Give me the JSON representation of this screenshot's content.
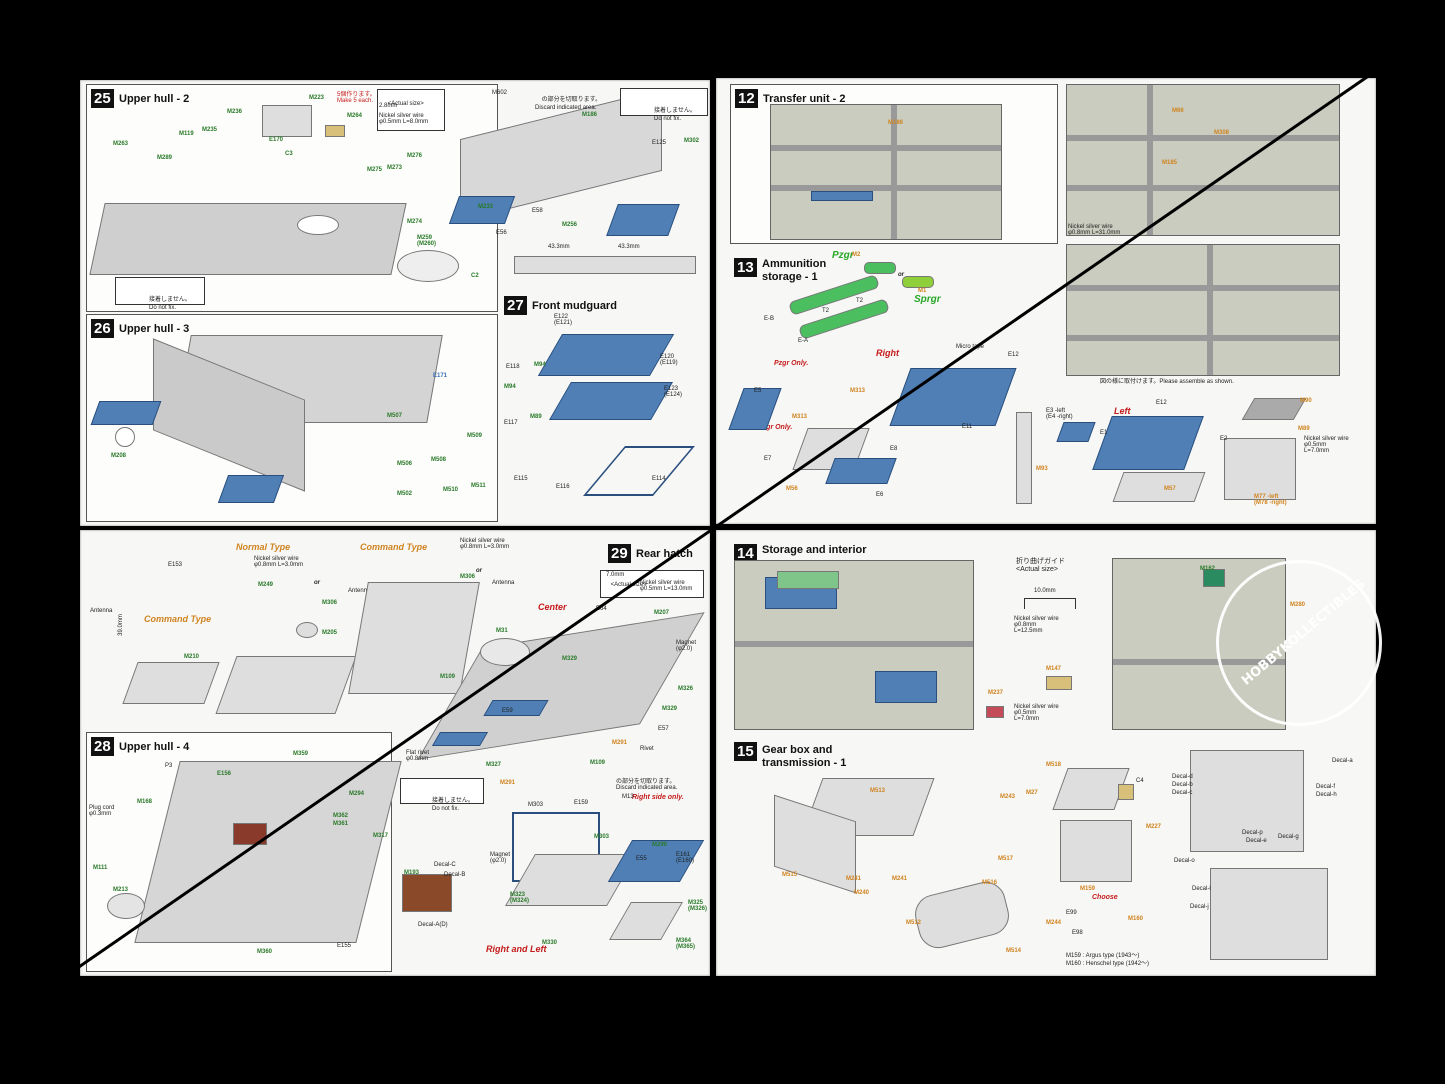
{
  "steps": {
    "s25": {
      "no": "25",
      "title": "Upper hull - 2",
      "note_make": "5個作ります。\nMake 5 each.",
      "actual_size": "<Actual size>",
      "dim": "2.8mm",
      "wire": "Nickel silver wire\nφ0.5mm L=8.0mm",
      "labels": [
        "M236",
        "M223",
        "M264",
        "M119",
        "M235",
        "E170",
        "C3",
        "M263",
        "M289",
        "M276",
        "M275",
        "M273",
        "M274",
        "M259\n(M260)",
        "C2"
      ],
      "do_not_fix": "接着しません。\nDo not fix."
    },
    "s25b": {
      "labels": [
        "M602",
        "M186",
        "M302",
        "E125",
        "M233",
        "E58",
        "E56",
        "M256"
      ],
      "discard": "の部分を切取ります。\nDiscard indicated area.",
      "do_not_fix": "接着しません。\nDo not fix.",
      "dim1": "43.3mm",
      "dim2": "43.3mm"
    },
    "s26": {
      "no": "26",
      "title": "Upper hull - 3",
      "labels": [
        "E171",
        "M507",
        "M509",
        "M208",
        "M506",
        "M508",
        "M510",
        "M511",
        "M502"
      ]
    },
    "s27": {
      "no": "27",
      "title": "Front mudguard",
      "labels": [
        "E122\n(E121)",
        "E118",
        "M94",
        "E120\n(E119)",
        "M94",
        "E123\n(E124)",
        "M89",
        "E117",
        "E115",
        "E116",
        "E114"
      ]
    },
    "s_ant": {
      "labels": [
        "E153",
        "M249",
        "M306",
        "M205",
        "M306",
        "M210"
      ],
      "normal": "Normal Type",
      "command": "Command Type",
      "command2": "Command Type",
      "antenna": "Antenna",
      "antenna2": "Antenna",
      "antenna3": "Antenna",
      "dim": "39.0mm",
      "wire1": "Nickel silver wire\nφ0.8mm L=3.0mm",
      "wire2": "Nickel silver wire\nφ0.8mm L=3.0mm",
      "or1": "or",
      "or2": "or"
    },
    "s29": {
      "no": "29",
      "title": "Rear hatch",
      "actual": "<Actual size>",
      "dim": "7.0mm",
      "wire": "Nickel silver wire\nφ0.5mm L=13.0mm",
      "center": "Center",
      "labels": [
        "E64",
        "M207",
        "M31",
        "M329",
        "M326",
        "M109",
        "M329",
        "E59",
        "E57",
        "M291",
        "M327",
        "M109",
        "M291"
      ],
      "magnet": "Magnet\n(φ2.0)",
      "rivet": "Rivet"
    },
    "s28": {
      "no": "28",
      "title": "Upper hull - 4",
      "labels": [
        "M359",
        "E156",
        "P3",
        "M168",
        "M294",
        "M362",
        "M361",
        "M111",
        "M213",
        "M317",
        "M360",
        "E155",
        "M193"
      ],
      "plug": "Plug cord\nφ0.3mm",
      "flat": "Flat rivet\nφ0.8mm",
      "decal_c": "Decal-C",
      "decal_b": "Decal-B",
      "decal_a": "Decal-A(D)",
      "do_not_fix": "接着しません。\nDo not fix.",
      "discard": "の部分を切取ります。\nDiscard indicated area.",
      "right_side": "Right side only.",
      "rl": "Right and Left",
      "labels2": [
        "M303",
        "E159",
        "M13",
        "M290",
        "E55",
        "E161\n(E160)",
        "M303",
        "M323\n(M324)",
        "M325\n(M326)",
        "M330",
        "M364\n(M365)"
      ],
      "magnet": "Magnet\n(φ2.0)"
    },
    "s12": {
      "no": "12",
      "title": "Transfer unit - 2",
      "labels": [
        "M186",
        "M66",
        "M308",
        "M185"
      ],
      "wire": "Nickel silver wire\nφ0.8mm L=31.0mm",
      "assemble": "図の様に取付けます。Please assemble as shown."
    },
    "s13": {
      "no": "13",
      "title": "Ammunition\nstorage - 1",
      "pzgr": "Pzgr",
      "sprgr": "Sprgr",
      "or": "or",
      "right": "Right",
      "left": "Left",
      "pzgr_only1": "Pzgr Only.",
      "pzgr_only2": "Pzgr Only.",
      "labels": [
        "M2",
        "M1",
        "E-B",
        "T2",
        "T2",
        "E-A",
        "E12",
        "M313",
        "M313",
        "E5",
        "E7",
        "M56",
        "E8",
        "E6",
        "E11",
        "E3 -left\n(E4 -right)",
        "E1",
        "E12",
        "M93",
        "M57",
        "M90",
        "E2",
        "M89"
      ],
      "micro": "Micro tape",
      "wire": "Nickel silver wire\nφ0.5mm\nL=7.0mm",
      "m77": "M77 -left\n(M78 -right)"
    },
    "s14": {
      "no": "14",
      "title": "Storage and interior",
      "guide": "折り曲げガイド\n<Actual size>",
      "dim": "10.0mm",
      "wire1": "Nickel silver wire\nφ0.8mm\nL=12.5mm",
      "wire2": "Nickel silver wire\nφ0.5mm\nL=7.0mm",
      "labels": [
        "M162",
        "M280",
        "M147",
        "M237"
      ]
    },
    "s15": {
      "no": "15",
      "title": "Gear box and\ntransmission - 1",
      "labels": [
        "M513",
        "M518",
        "C4",
        "M243",
        "M27",
        "M227",
        "M517",
        "M516",
        "M515",
        "M241",
        "M240",
        "M241",
        "M512",
        "M514",
        "M244",
        "M159",
        "E99",
        "E98",
        "M160"
      ],
      "choose": "Choose",
      "argus": "M159 : Argus type (1943～)",
      "henschel": "M160 : Henschel type (1942～)",
      "decals": [
        "Decal-a",
        "Decal-d",
        "Decal-b",
        "Decal-c",
        "Decal-f",
        "Decal-h",
        "Decal-p",
        "Decal-g",
        "Decal-e",
        "Decal-o",
        "Decal-i",
        "Decal-j"
      ]
    }
  },
  "watermark": {
    "text": "HOBBYKOLLECTIBLES"
  },
  "colors": {
    "blue": "#4f7fb4",
    "green": "#4bbf60",
    "red": "#c41a1a",
    "orange": "#d08420"
  }
}
